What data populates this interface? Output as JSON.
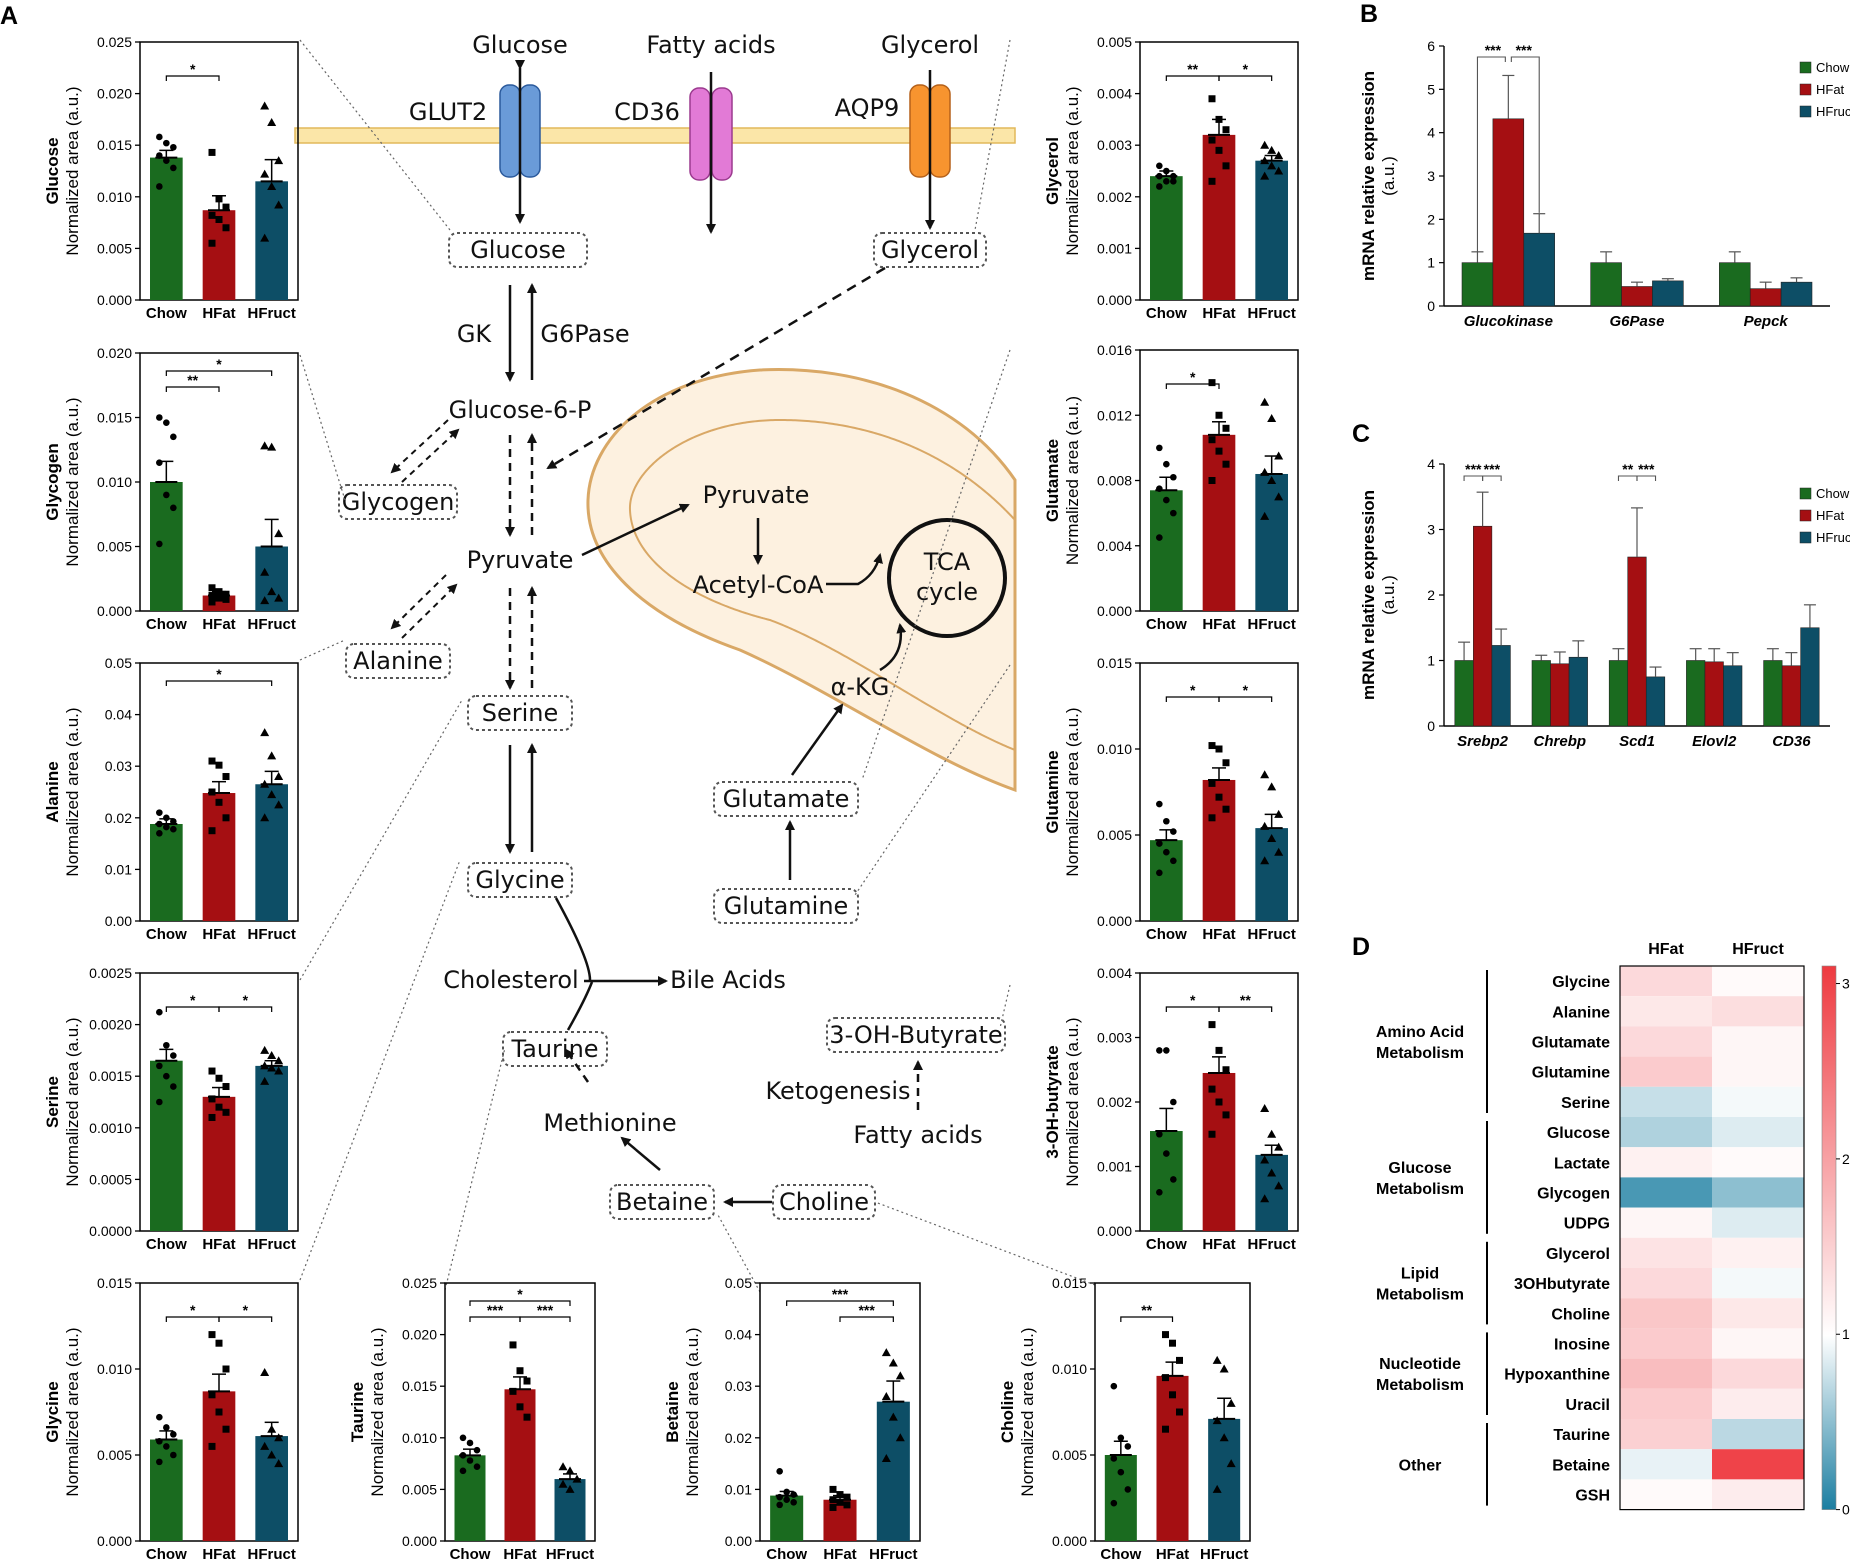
{
  "panel_labels": {
    "A": "A",
    "B": "B",
    "C": "C",
    "D": "D"
  },
  "colors": {
    "Chow": "#1a6b1f",
    "HFat": "#a50f12",
    "HFruct": "#0d4e66"
  },
  "groups": [
    "Chow",
    "HFat",
    "HFruct"
  ],
  "pathway": {
    "labels": {
      "glucose_top": "Glucose",
      "fatty_acids_top": "Fatty acids",
      "glycerol_top": "Glycerol",
      "glut2": "GLUT2",
      "cd36": "CD36",
      "aqp9": "AQP9",
      "gk": "GK",
      "g6pase": "G6Pase",
      "g6p": "Glucose-6-P",
      "pyruvate": "Pyruvate",
      "pyruvate_mito": "Pyruvate",
      "acetyl": "Acetyl-CoA",
      "tca1": "TCA",
      "tca2": "cycle",
      "akg": "α-KG",
      "cholesterol": "Cholesterol",
      "bile": "Bile Acids",
      "methionine": "Methionine",
      "ketogenesis": "Ketogenesis",
      "fatty_acids2": "Fatty acids"
    },
    "boxes": {
      "glucose": "Glucose",
      "glycerol": "Glycerol",
      "glycogen": "Glycogen",
      "alanine": "Alanine",
      "serine": "Serine",
      "glycine": "Glycine",
      "taurine": "Taurine",
      "betaine": "Betaine",
      "choline": "Choline",
      "glutamate": "Glutamate",
      "glutamine": "Glutamine",
      "butyrate": "3-OH-Butyrate"
    }
  },
  "chart_data": [
    {
      "id": "glucose",
      "type": "bar",
      "title": "Glucose",
      "ylabel": "Normalized area (a.u.)",
      "categories": [
        "Chow",
        "HFat",
        "HFruct"
      ],
      "values": [
        0.0138,
        0.0087,
        0.0115
      ],
      "errors": [
        0.0007,
        0.0014,
        0.0021
      ],
      "ylim": [
        0,
        0.025
      ],
      "yticks": [
        "0.000",
        "0.005",
        "0.010",
        "0.015",
        "0.020",
        "0.025"
      ],
      "sig": [
        {
          "a": 0,
          "b": 1,
          "label": "*"
        }
      ],
      "points": [
        [
          0.0158,
          0.0152,
          0.0148,
          0.014,
          0.0135,
          0.0128,
          0.011
        ],
        [
          0.0143,
          0.0098,
          0.009,
          0.0082,
          0.0078,
          0.007,
          0.0055
        ],
        [
          0.0188,
          0.0172,
          0.0135,
          0.0122,
          0.011,
          0.0092,
          0.006
        ]
      ]
    },
    {
      "id": "glycogen",
      "type": "bar",
      "title": "Glycogen",
      "ylabel": "Normalized area (a.u.)",
      "categories": [
        "Chow",
        "HFat",
        "HFruct"
      ],
      "values": [
        0.01,
        0.0012,
        0.005
      ],
      "errors": [
        0.0016,
        0.0003,
        0.0021
      ],
      "ylim": [
        0,
        0.02
      ],
      "yticks": [
        "0.000",
        "0.005",
        "0.010",
        "0.015",
        "0.020"
      ],
      "sig": [
        {
          "a": 0,
          "b": 1,
          "label": "**"
        },
        {
          "a": 0,
          "b": 2,
          "label": "*"
        }
      ],
      "points": [
        [
          0.015,
          0.0146,
          0.0135,
          0.0115,
          0.009,
          0.008,
          0.0052
        ],
        [
          0.0018,
          0.0015,
          0.0013,
          0.0012,
          0.001,
          0.0009,
          0.0007
        ],
        [
          0.0128,
          0.0127,
          0.006,
          0.003,
          0.0015,
          0.001,
          0.0008
        ]
      ]
    },
    {
      "id": "alanine",
      "type": "bar",
      "title": "Alanine",
      "ylabel": "Normalized area (a.u.)",
      "categories": [
        "Chow",
        "HFat",
        "HFruct"
      ],
      "values": [
        0.0188,
        0.0248,
        0.0265
      ],
      "errors": [
        0.001,
        0.0022,
        0.0025
      ],
      "ylim": [
        0,
        0.05
      ],
      "yticks": [
        "0.00",
        "0.01",
        "0.02",
        "0.03",
        "0.04",
        "0.05"
      ],
      "sig": [
        {
          "a": 0,
          "b": 2,
          "label": "*"
        }
      ],
      "points": [
        [
          0.021,
          0.02,
          0.0193,
          0.0188,
          0.0182,
          0.0178,
          0.017
        ],
        [
          0.031,
          0.0302,
          0.028,
          0.025,
          0.023,
          0.02,
          0.0175
        ],
        [
          0.0365,
          0.032,
          0.028,
          0.0265,
          0.0245,
          0.0225,
          0.02
        ]
      ]
    },
    {
      "id": "serine",
      "type": "bar",
      "title": "Serine",
      "ylabel": "Normalized area (a.u.)",
      "categories": [
        "Chow",
        "HFat",
        "HFruct"
      ],
      "values": [
        0.00165,
        0.0013,
        0.0016
      ],
      "errors": [
        0.00011,
        9e-05,
        5e-05
      ],
      "ylim": [
        0,
        0.0025
      ],
      "yticks": [
        "0.0000",
        "0.0005",
        "0.0010",
        "0.0015",
        "0.0020",
        "0.0025"
      ],
      "sig": [
        {
          "a": 0,
          "b": 1,
          "label": "*"
        },
        {
          "a": 1,
          "b": 2,
          "label": "*"
        }
      ],
      "points": [
        [
          0.00212,
          0.0018,
          0.0017,
          0.0016,
          0.0015,
          0.0014,
          0.00125
        ],
        [
          0.00155,
          0.00148,
          0.0014,
          0.00128,
          0.0012,
          0.00115,
          0.0011
        ],
        [
          0.00175,
          0.0017,
          0.00165,
          0.0016,
          0.00158,
          0.00155,
          0.00145
        ]
      ]
    },
    {
      "id": "glycine",
      "type": "bar",
      "title": "Glycine",
      "ylabel": "Normalized area (a.u.)",
      "categories": [
        "Chow",
        "HFat",
        "HFruct"
      ],
      "values": [
        0.0059,
        0.0087,
        0.0061
      ],
      "errors": [
        0.0005,
        0.001,
        0.0008
      ],
      "ylim": [
        0,
        0.015
      ],
      "yticks": [
        "0.000",
        "0.005",
        "0.010",
        "0.015"
      ],
      "sig": [
        {
          "a": 0,
          "b": 1,
          "label": "*"
        },
        {
          "a": 1,
          "b": 2,
          "label": "*"
        }
      ],
      "points": [
        [
          0.0072,
          0.0066,
          0.0062,
          0.0058,
          0.0055,
          0.005,
          0.0046
        ],
        [
          0.012,
          0.0115,
          0.01,
          0.0085,
          0.0075,
          0.0065,
          0.0055
        ],
        [
          0.0098,
          0.0065,
          0.006,
          0.0055,
          0.005,
          0.0045
        ]
      ]
    },
    {
      "id": "taurine",
      "type": "bar",
      "title": "Taurine",
      "ylabel": "Normalized area (a.u.)",
      "categories": [
        "Chow",
        "HFat",
        "HFruct"
      ],
      "values": [
        0.0083,
        0.0147,
        0.006
      ],
      "errors": [
        0.0006,
        0.0012,
        0.0005
      ],
      "ylim": [
        0,
        0.025
      ],
      "yticks": [
        "0.000",
        "0.005",
        "0.010",
        "0.015",
        "0.020",
        "0.025"
      ],
      "sig": [
        {
          "a": 0,
          "b": 1,
          "label": "***"
        },
        {
          "a": 1,
          "b": 2,
          "label": "***"
        },
        {
          "a": 0,
          "b": 2,
          "label": "*"
        }
      ],
      "points": [
        [
          0.01,
          0.0095,
          0.0088,
          0.0083,
          0.0078,
          0.0072,
          0.0068
        ],
        [
          0.019,
          0.0165,
          0.0155,
          0.0145,
          0.013,
          0.012
        ],
        [
          0.0072,
          0.0068,
          0.006,
          0.0055,
          0.005
        ]
      ]
    },
    {
      "id": "betaine",
      "type": "bar",
      "title": "Betaine",
      "ylabel": "Normalized area (a.u.)",
      "categories": [
        "Chow",
        "HFat",
        "HFruct"
      ],
      "values": [
        0.0088,
        0.008,
        0.027
      ],
      "errors": [
        0.0008,
        0.0008,
        0.004
      ],
      "ylim": [
        0,
        0.05
      ],
      "yticks": [
        "0.00",
        "0.01",
        "0.02",
        "0.03",
        "0.04",
        "0.05"
      ],
      "sig": [
        {
          "a": 1,
          "b": 2,
          "label": "***"
        },
        {
          "a": 0,
          "b": 2,
          "label": "***"
        }
      ],
      "points": [
        [
          0.0135,
          0.0095,
          0.009,
          0.0085,
          0.008,
          0.0075,
          0.007
        ],
        [
          0.01,
          0.009,
          0.0085,
          0.008,
          0.0075,
          0.007,
          0.0065
        ],
        [
          0.0365,
          0.0345,
          0.032,
          0.028,
          0.024,
          0.02,
          0.016
        ]
      ]
    },
    {
      "id": "choline",
      "type": "bar",
      "title": "Choline",
      "ylabel": "Normalized area (a.u.)",
      "categories": [
        "Chow",
        "HFat",
        "HFruct"
      ],
      "values": [
        0.005,
        0.0096,
        0.0071
      ],
      "errors": [
        0.0008,
        0.0008,
        0.0012
      ],
      "ylim": [
        0,
        0.015
      ],
      "yticks": [
        "0.000",
        "0.005",
        "0.010",
        "0.015"
      ],
      "sig": [
        {
          "a": 0,
          "b": 1,
          "label": "**"
        }
      ],
      "points": [
        [
          0.009,
          0.006,
          0.0055,
          0.0048,
          0.004,
          0.003,
          0.0022
        ],
        [
          0.012,
          0.0115,
          0.0105,
          0.0095,
          0.0085,
          0.0075,
          0.0065
        ],
        [
          0.0105,
          0.01,
          0.008,
          0.007,
          0.006,
          0.0045,
          0.003
        ]
      ]
    },
    {
      "id": "glycerol",
      "type": "bar",
      "title": "Glycerol",
      "ylabel": "Normalized area (a.u.)",
      "categories": [
        "Chow",
        "HFat",
        "HFruct"
      ],
      "values": [
        0.0024,
        0.0032,
        0.0027
      ],
      "errors": [
        0.0001,
        0.0003,
        0.0001
      ],
      "ylim": [
        0,
        0.005
      ],
      "yticks": [
        "0.000",
        "0.001",
        "0.002",
        "0.003",
        "0.004",
        "0.005"
      ],
      "sig": [
        {
          "a": 0,
          "b": 1,
          "label": "**"
        },
        {
          "a": 1,
          "b": 2,
          "label": "*"
        }
      ],
      "points": [
        [
          0.0026,
          0.0025,
          0.0024,
          0.0024,
          0.0023,
          0.0023,
          0.0022
        ],
        [
          0.0039,
          0.0035,
          0.0033,
          0.0031,
          0.0029,
          0.0026,
          0.0023
        ],
        [
          0.003,
          0.0029,
          0.0028,
          0.0027,
          0.0026,
          0.0025,
          0.0024
        ]
      ]
    },
    {
      "id": "glutamate",
      "type": "bar",
      "title": "Glutamate",
      "ylabel": "Normalized area (a.u.)",
      "categories": [
        "Chow",
        "HFat",
        "HFruct"
      ],
      "values": [
        0.0074,
        0.0108,
        0.0084
      ],
      "errors": [
        0.0008,
        0.0008,
        0.0011
      ],
      "ylim": [
        0,
        0.016
      ],
      "yticks": [
        "0.000",
        "0.004",
        "0.008",
        "0.012",
        "0.016"
      ],
      "sig": [
        {
          "a": 0,
          "b": 1,
          "label": "*"
        }
      ],
      "points": [
        [
          0.01,
          0.009,
          0.0082,
          0.0075,
          0.0068,
          0.006,
          0.0045
        ],
        [
          0.014,
          0.012,
          0.0112,
          0.0105,
          0.0098,
          0.009,
          0.008
        ],
        [
          0.0128,
          0.0118,
          0.0095,
          0.0085,
          0.008,
          0.007,
          0.0058
        ]
      ]
    },
    {
      "id": "glutamine",
      "type": "bar",
      "title": "Glutamine",
      "ylabel": "Normalized area (a.u.)",
      "categories": [
        "Chow",
        "HFat",
        "HFruct"
      ],
      "values": [
        0.0047,
        0.0082,
        0.0054
      ],
      "errors": [
        0.0006,
        0.0007,
        0.0008
      ],
      "ylim": [
        0,
        0.015
      ],
      "yticks": [
        "0.000",
        "0.005",
        "0.010",
        "0.015"
      ],
      "sig": [
        {
          "a": 0,
          "b": 1,
          "label": "*"
        },
        {
          "a": 1,
          "b": 2,
          "label": "*"
        }
      ],
      "points": [
        [
          0.0068,
          0.0058,
          0.0052,
          0.0045,
          0.004,
          0.0035,
          0.0028
        ],
        [
          0.0102,
          0.01,
          0.0092,
          0.008,
          0.0072,
          0.0065,
          0.006
        ],
        [
          0.0085,
          0.0078,
          0.0062,
          0.0055,
          0.0048,
          0.004,
          0.0035
        ]
      ]
    },
    {
      "id": "butyrate",
      "type": "bar",
      "title": "3-OH-butyrate",
      "ylabel": "Normalized area (a.u.)",
      "categories": [
        "Chow",
        "HFat",
        "HFruct"
      ],
      "values": [
        0.00155,
        0.00245,
        0.00118
      ],
      "errors": [
        0.00035,
        0.00025,
        0.00015
      ],
      "ylim": [
        0,
        0.004
      ],
      "yticks": [
        "0.000",
        "0.001",
        "0.002",
        "0.003",
        "0.004"
      ],
      "sig": [
        {
          "a": 0,
          "b": 1,
          "label": "*"
        },
        {
          "a": 1,
          "b": 2,
          "label": "**"
        }
      ],
      "points": [
        [
          0.0028,
          0.0028,
          0.002,
          0.0015,
          0.0012,
          0.0008,
          0.0006
        ],
        [
          0.0032,
          0.0028,
          0.0025,
          0.0022,
          0.002,
          0.0018,
          0.0015
        ],
        [
          0.0019,
          0.0015,
          0.0013,
          0.0011,
          0.0009,
          0.0007,
          0.0005
        ]
      ]
    },
    {
      "id": "mrna_b",
      "type": "bar",
      "ylabel_lines": [
        "mRNA relative expression",
        "(a.u.)"
      ],
      "categories": [
        "Glucokinase",
        "G6Pase",
        "Pepck"
      ],
      "series": [
        {
          "name": "Chow",
          "values": [
            1.0,
            1.0,
            1.0
          ],
          "errors": [
            0.25,
            0.25,
            0.25
          ]
        },
        {
          "name": "HFat",
          "values": [
            4.32,
            0.45,
            0.4
          ],
          "errors": [
            1.0,
            0.1,
            0.15
          ]
        },
        {
          "name": "HFruct",
          "values": [
            1.68,
            0.58,
            0.55
          ],
          "errors": [
            0.45,
            0.05,
            0.1
          ]
        }
      ],
      "ylim": [
        0,
        6
      ],
      "yticks": [
        "0",
        "1",
        "2",
        "3",
        "4",
        "5",
        "6"
      ],
      "sig": [
        {
          "label": "***"
        },
        {
          "label": "***"
        }
      ]
    },
    {
      "id": "mrna_c",
      "type": "bar",
      "ylabel_lines": [
        "mRNA relative expression",
        "(a.u.)"
      ],
      "categories": [
        "Srebp2",
        "Chrebp",
        "Scd1",
        "Elovl2",
        "CD36"
      ],
      "series": [
        {
          "name": "Chow",
          "values": [
            1.0,
            1.0,
            1.0,
            1.0,
            1.0
          ],
          "errors": [
            0.28,
            0.08,
            0.18,
            0.18,
            0.18
          ]
        },
        {
          "name": "HFat",
          "values": [
            3.05,
            0.95,
            2.58,
            0.98,
            0.92
          ],
          "errors": [
            0.52,
            0.18,
            0.75,
            0.2,
            0.2
          ]
        },
        {
          "name": "HFruct",
          "values": [
            1.23,
            1.05,
            0.75,
            0.92,
            1.5
          ],
          "errors": [
            0.25,
            0.25,
            0.15,
            0.2,
            0.35
          ]
        }
      ],
      "ylim": [
        0,
        4
      ],
      "yticks": [
        "0",
        "1",
        "2",
        "3",
        "4"
      ],
      "sig": [
        {
          "label": "***"
        },
        {
          "label": "***"
        },
        {
          "label": "**"
        },
        {
          "label": "***"
        }
      ]
    },
    {
      "id": "heatmap_d",
      "type": "heatmap",
      "columns": [
        "HFat",
        "HFruct"
      ],
      "rows": [
        "Glycine",
        "Alanine",
        "Glutamate",
        "Glutamine",
        "Serine",
        "Glucose",
        "Lactate",
        "Glycogen",
        "UDPG",
        "Glycerol",
        "3OHbutyrate",
        "Choline",
        "Inosine",
        "Hypoxanthine",
        "Uracil",
        "Taurine",
        "Betaine",
        "GSH"
      ],
      "values": [
        [
          1.4,
          1.05
        ],
        [
          1.25,
          1.35
        ],
        [
          1.4,
          1.1
        ],
        [
          1.55,
          1.1
        ],
        [
          0.75,
          0.95
        ],
        [
          0.65,
          0.85
        ],
        [
          1.15,
          1.05
        ],
        [
          0.2,
          0.5
        ],
        [
          1.1,
          0.85
        ],
        [
          1.3,
          1.15
        ],
        [
          1.4,
          0.95
        ],
        [
          1.6,
          1.25
        ],
        [
          1.55,
          1.1
        ],
        [
          1.7,
          1.4
        ],
        [
          1.55,
          1.2
        ],
        [
          1.5,
          0.7
        ],
        [
          0.9,
          3.0
        ],
        [
          1.05,
          1.2
        ]
      ],
      "groups": [
        {
          "label": [
            "Amino Acid",
            "Metabolism"
          ],
          "from": 0,
          "to": 4
        },
        {
          "label": [
            "Glucose",
            "Metabolism"
          ],
          "from": 5,
          "to": 8
        },
        {
          "label": [
            "Lipid",
            "Metabolism"
          ],
          "from": 9,
          "to": 11
        },
        {
          "label": [
            "Nucleotide",
            "Metabolism"
          ],
          "from": 12,
          "to": 14
        },
        {
          "label": [
            "Other"
          ],
          "from": 15,
          "to": 17
        }
      ],
      "scale_ticks": [
        "0",
        "1",
        "2",
        "3"
      ],
      "range": [
        0,
        3.1
      ]
    }
  ]
}
